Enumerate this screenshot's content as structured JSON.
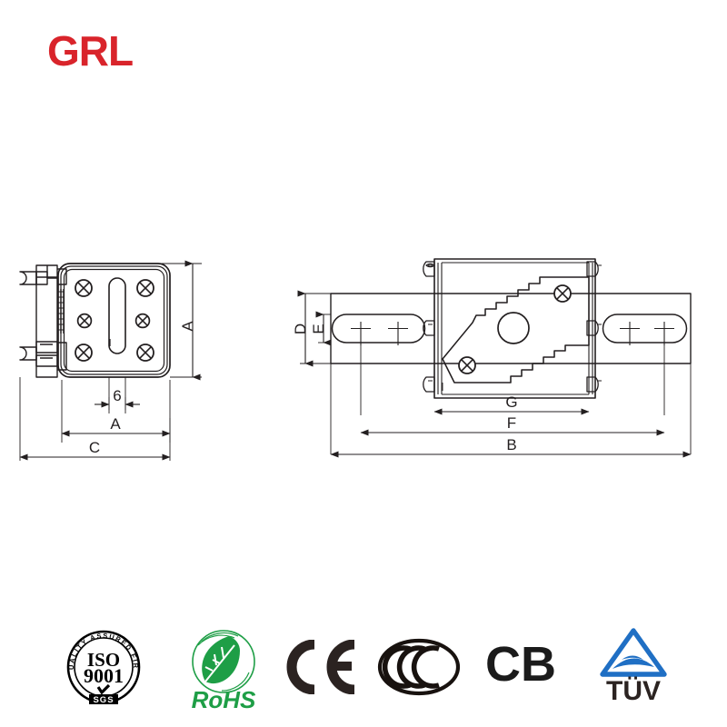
{
  "brand": {
    "name": "GRL",
    "color": "#d9242b"
  },
  "drawing": {
    "title": "fuse-holder-dimension-drawing",
    "line_color": "#231f20",
    "views": [
      {
        "name": "front-view",
        "screws": 6,
        "slot": "center-vertical-obround"
      },
      {
        "name": "top-view",
        "screws": 2,
        "center_hole": "round",
        "blade_slots": 2
      }
    ],
    "dimensions": {
      "front_height": "A",
      "front_width": "A",
      "front_slot": "6",
      "front_overall": "C",
      "top_blade_outer": "D",
      "top_blade_inner": "E",
      "top_g": "G",
      "top_f": "F",
      "top_overall": "B"
    },
    "labels": {
      "a_vertical": "A",
      "six": "6",
      "a_horizontal": "A",
      "c": "C",
      "d": "D",
      "e": "E",
      "g": "G",
      "f": "F",
      "b": "B"
    }
  },
  "certifications": [
    {
      "name": "iso-9001-sgs",
      "ring_text": "QUALITY ASSURED FIRM",
      "line1": "ISO",
      "line2": "9001",
      "sub": "SGS",
      "color": "#000000"
    },
    {
      "name": "rohs",
      "label": "RoHS",
      "color": "#1e9e46"
    },
    {
      "name": "ce",
      "label": "CE",
      "color": "#2b2321"
    },
    {
      "name": "ccc",
      "label": "CCC",
      "color": "#18120f"
    },
    {
      "name": "cb",
      "label": "CB",
      "color": "#1b1b1b"
    },
    {
      "name": "tuv",
      "label": "TÜV",
      "mark_color": "#1f6fc4",
      "text_color": "#2b2321"
    }
  ]
}
